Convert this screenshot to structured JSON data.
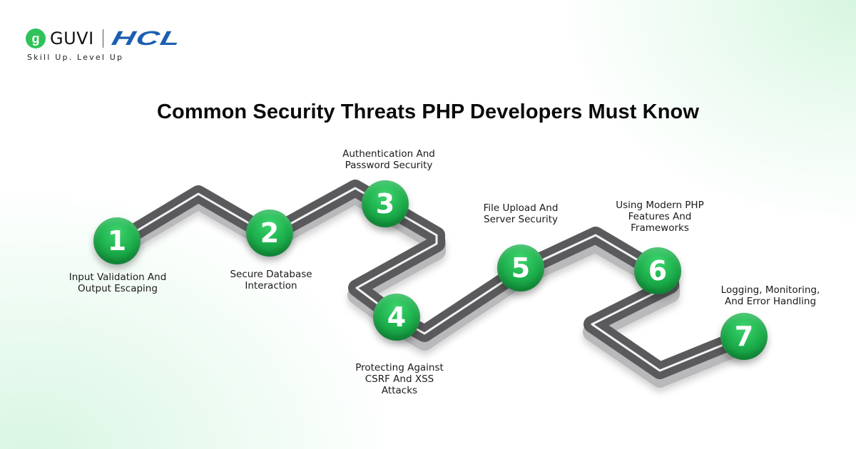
{
  "brand": {
    "guvi_mark": "g",
    "guvi_name": "GUVI",
    "partner_name": "HCL",
    "tagline": "Skill Up. Level Up"
  },
  "title": "Common Security Threats PHP Developers Must Know",
  "colors": {
    "node_green": "#1fb34f",
    "road_dark": "#5a5a5c",
    "road_side": "#b5b5b8",
    "road_stripe": "#f2f2f2",
    "hcl_blue": "#1b5fb0",
    "guvi_green": "#2fc35a"
  },
  "steps": [
    {
      "number": "1",
      "label": "Input Validation And\nOutput Escaping"
    },
    {
      "number": "2",
      "label": "Secure Database\nInteraction"
    },
    {
      "number": "3",
      "label": "Authentication And\nPassword Security"
    },
    {
      "number": "4",
      "label": "Protecting Against\nCSRF And XSS\nAttacks"
    },
    {
      "number": "5",
      "label": "File Upload And\nServer Security"
    },
    {
      "number": "6",
      "label": "Using Modern PHP\nFeatures And\nFrameworks"
    },
    {
      "number": "7",
      "label": "Logging, Monitoring,\nAnd Error Handling"
    }
  ]
}
